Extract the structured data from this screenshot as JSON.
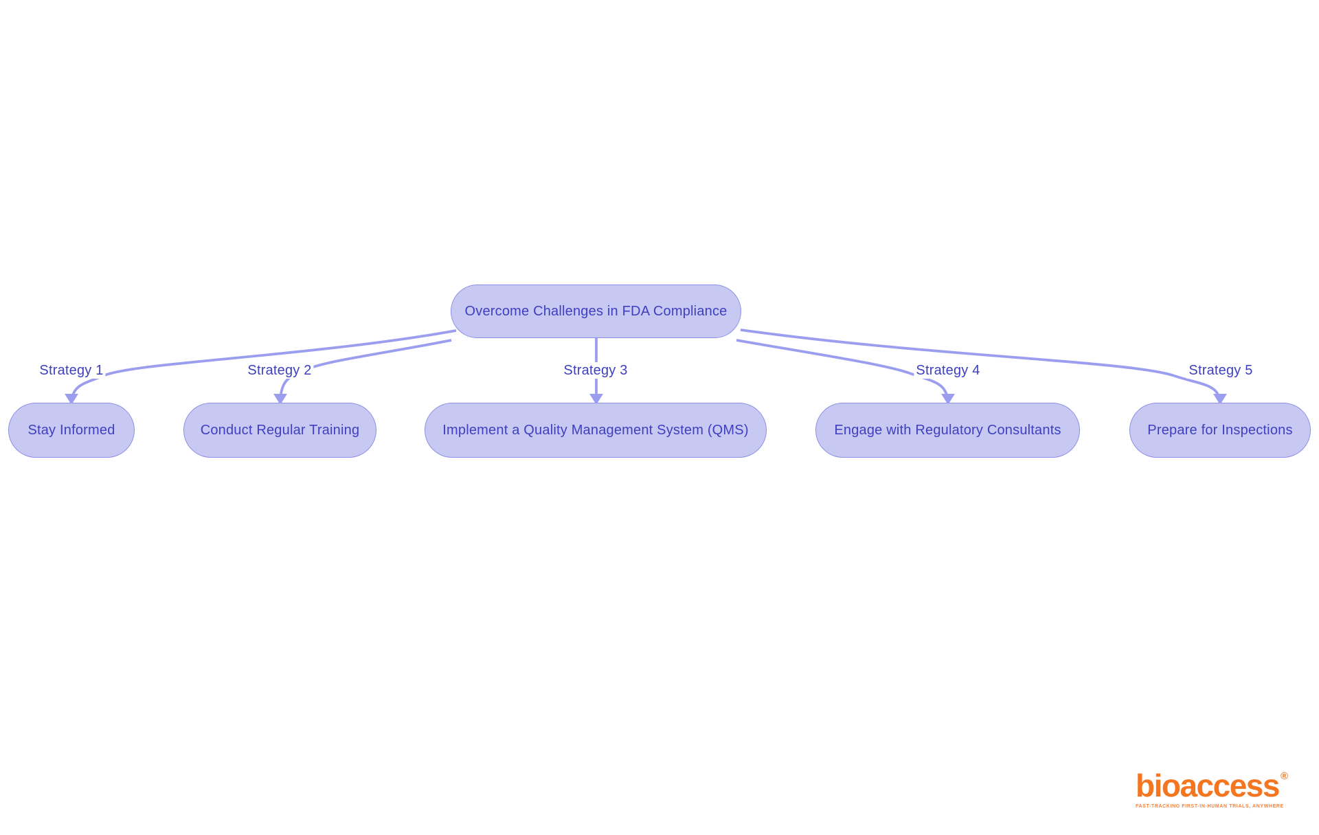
{
  "diagram": {
    "root_label": "Overcome Challenges in FDA Compliance",
    "strategies": [
      {
        "edge_label": "Strategy 1",
        "node_label": "Stay Informed"
      },
      {
        "edge_label": "Strategy 2",
        "node_label": "Conduct Regular Training"
      },
      {
        "edge_label": "Strategy 3",
        "node_label": "Implement a Quality Management System (QMS)"
      },
      {
        "edge_label": "Strategy 4",
        "node_label": "Engage with Regulatory Consultants"
      },
      {
        "edge_label": "Strategy 5",
        "node_label": "Prepare for Inspections"
      }
    ],
    "colors": {
      "node_fill": "#c8c9f3",
      "node_border": "#8b8ee4",
      "node_text": "#3d3fc0",
      "edge_line": "#9b9eef",
      "background": "#ffffff"
    }
  },
  "logo": {
    "wordmark": "bioaccess",
    "registered_mark": "®",
    "tagline": "FAST-TRACKING FIRST-IN-HUMAN TRIALS, ANYWHERE",
    "color": "#f47621"
  }
}
